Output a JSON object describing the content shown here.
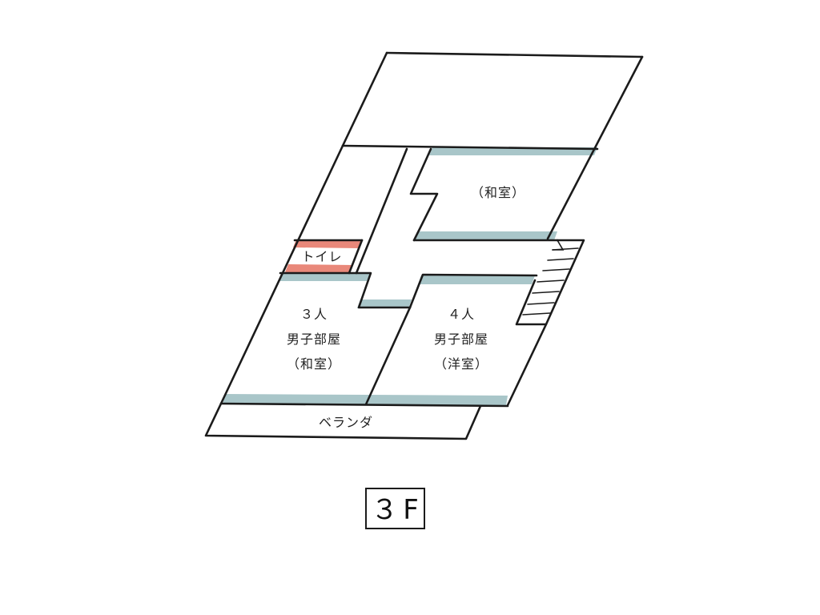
{
  "colors": {
    "window": "#a9c6c9",
    "toilet": "#e9887a",
    "line": "#1b1b1b",
    "background": "#ffffff"
  },
  "rooms": {
    "washitsu_top": {
      "lines": [
        "（和室）"
      ]
    },
    "toilet": {
      "lines": [
        "トイレ"
      ]
    },
    "room_3": {
      "lines": [
        "３人",
        "男子部屋",
        "（和室）"
      ]
    },
    "room_4": {
      "lines": [
        "４人",
        "男子部屋",
        "（洋室）"
      ]
    },
    "veranda": {
      "lines": [
        "ベランダ"
      ]
    }
  },
  "floor_label": "３F"
}
